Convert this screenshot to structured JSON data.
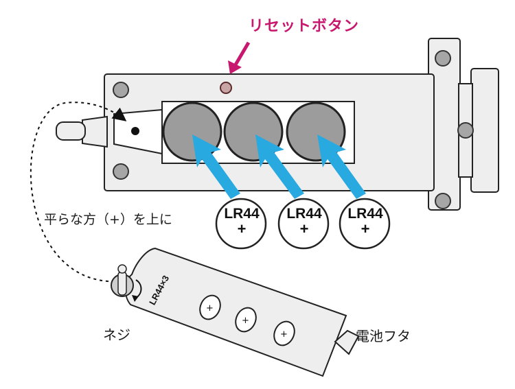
{
  "labels": {
    "reset_button": "リセットボタン",
    "flat_side_up": "平らな方（+）を上に",
    "screw": "ネジ",
    "battery_cover": "電池フタ",
    "cover_marking": "LR44×3"
  },
  "batteries": [
    {
      "type": "LR44",
      "polarity": "+"
    },
    {
      "type": "LR44",
      "polarity": "+"
    },
    {
      "type": "LR44",
      "polarity": "+"
    }
  ],
  "colors": {
    "arrow_blue": "#28a9e0",
    "reset_accent": "#c8176f",
    "coin_gray": "#9c9c9c",
    "body_fill": "#eeeeee"
  }
}
